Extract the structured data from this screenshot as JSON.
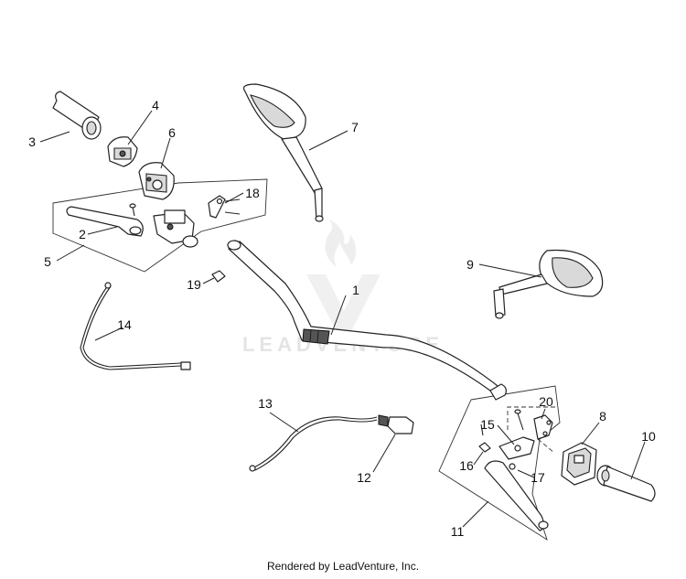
{
  "watermark": {
    "text": "LEADVENTURE"
  },
  "callouts": [
    "1",
    "2",
    "3",
    "4",
    "5",
    "6",
    "7",
    "8",
    "9",
    "10",
    "11",
    "12",
    "13",
    "14",
    "15",
    "16",
    "17",
    "18",
    "19",
    "20"
  ],
  "footer": {
    "text": "Rendered by LeadVenture, Inc."
  }
}
